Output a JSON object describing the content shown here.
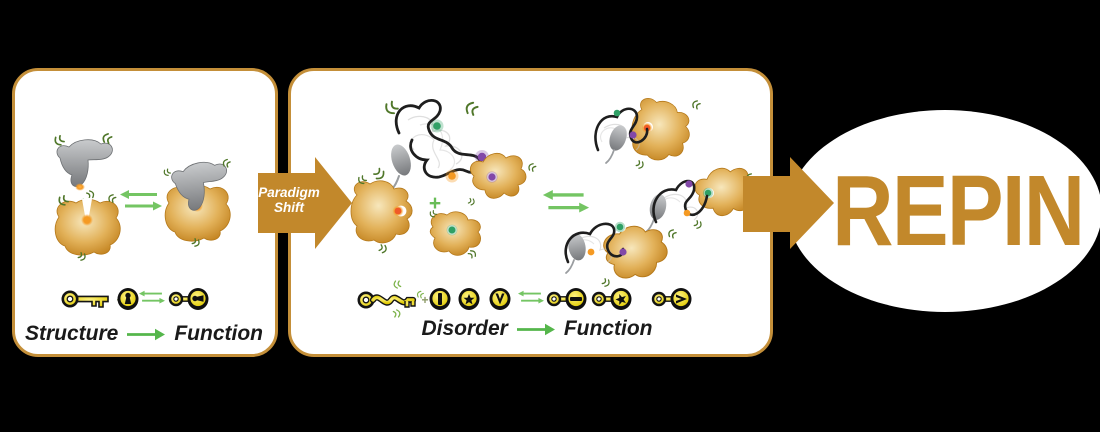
{
  "figure": {
    "left_panel": {
      "caption_from": "Structure",
      "caption_to": "Function"
    },
    "middle_panel": {
      "caption_from": "Disorder",
      "caption_to": "Function"
    },
    "paradigm_arrow": {
      "line1": "Paradigm",
      "line2": "Shift"
    },
    "repin_label": "REPIN",
    "plus": "+"
  },
  "colors": {
    "background": "#000000",
    "panel_fill": "#FFFFFF",
    "accent_tan": "#C2882B",
    "panel_border": "#C48F39",
    "caption_arrow_green": "#55B64B",
    "equilibrium_green": "#74C563",
    "vibration_green": "#50772A",
    "key_yellow": "#EFD800",
    "dot_orange": "#F59A23",
    "dot_purple": "#8248A8",
    "dot_green": "#2FA065",
    "chain_black": "#1E1E1E",
    "protein_gray": "#8A8D90",
    "caption_text": "#1A1A1A"
  }
}
